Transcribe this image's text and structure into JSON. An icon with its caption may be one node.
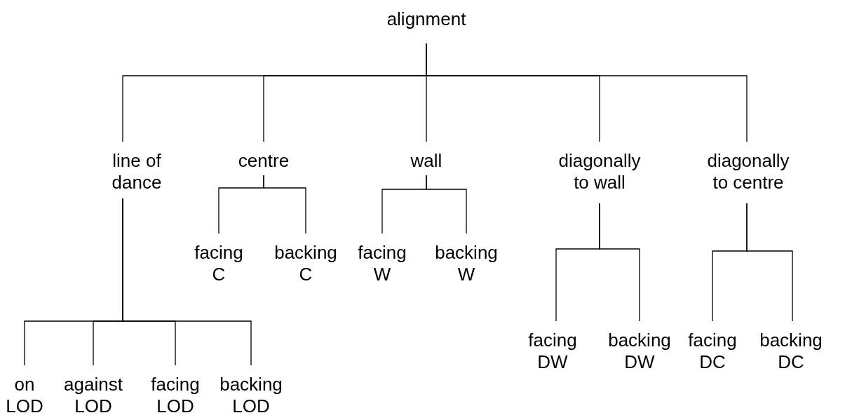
{
  "diagram": {
    "nodes": [
      {
        "text": [
          "alignment"
        ]
      },
      {
        "text": [
          "line of dance"
        ]
      },
      {
        "text": [
          "centre"
        ]
      },
      {
        "text": [
          "wall"
        ]
      },
      {
        "text": [
          "diagonally to wall"
        ]
      },
      {
        "text": [
          "diagonally to centre"
        ]
      },
      {
        "text": [
          "facing C"
        ]
      },
      {
        "text": [
          "backing C"
        ]
      },
      {
        "text": [
          "facing W"
        ]
      },
      {
        "text": [
          "backing W"
        ]
      },
      {
        "text": [
          "facing DW"
        ]
      },
      {
        "text": [
          "backing DW"
        ]
      },
      {
        "text": [
          "facing DC"
        ]
      },
      {
        "text": [
          "backing DC"
        ]
      },
      {
        "text": [
          "on LOD"
        ]
      },
      {
        "text": [
          "against LOD"
        ]
      },
      {
        "text": [
          "facing LOD"
        ]
      },
      {
        "text": [
          "backing LOD"
        ]
      }
    ],
    "edges": [
      {
        "from": 0,
        "to": 1,
        "arrow": "none"
      },
      {
        "from": 0,
        "to": 2,
        "arrow": "none"
      },
      {
        "from": 0,
        "to": 3,
        "arrow": "none"
      },
      {
        "from": 0,
        "to": 4,
        "arrow": "none"
      },
      {
        "from": 0,
        "to": 5,
        "arrow": "none"
      },
      {
        "from": 2,
        "to": 6,
        "arrow": "none"
      },
      {
        "from": 2,
        "to": 7,
        "arrow": "none"
      },
      {
        "from": 3,
        "to": 8,
        "arrow": "none"
      },
      {
        "from": 3,
        "to": 9,
        "arrow": "none"
      },
      {
        "from": 4,
        "to": 10,
        "arrow": "none"
      },
      {
        "from": 4,
        "to": 11,
        "arrow": "none"
      },
      {
        "from": 5,
        "to": 12,
        "arrow": "none"
      },
      {
        "from": 5,
        "to": 13,
        "arrow": "none"
      },
      {
        "from": 1,
        "to": 14,
        "arrow": "none"
      },
      {
        "from": 1,
        "to": 15,
        "arrow": "none"
      },
      {
        "from": 1,
        "to": 16,
        "arrow": "none"
      },
      {
        "from": 1,
        "to": 17,
        "arrow": "none"
      }
    ]
  }
}
